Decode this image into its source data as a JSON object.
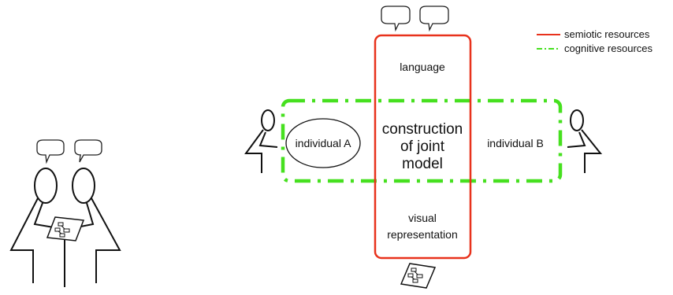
{
  "diagram": {
    "semiotic_box": {
      "top_label": "language",
      "bottom_label_line1": "visual",
      "bottom_label_line2": "representation"
    },
    "cognitive_box": {
      "left_label": "individual A",
      "right_label": "individual B"
    },
    "center": {
      "line1": "construction",
      "line2": "of joint",
      "line3": "model"
    }
  },
  "legend": {
    "semiotic": {
      "label": "semiotic resources",
      "color": "#e8321c",
      "style": "solid"
    },
    "cognitive": {
      "label": "cognitive resources",
      "color": "#46e01f",
      "style": "dash-dot"
    }
  },
  "icons": [
    "speech-bubble-icon",
    "person-icon",
    "diagram-sheet-icon"
  ]
}
